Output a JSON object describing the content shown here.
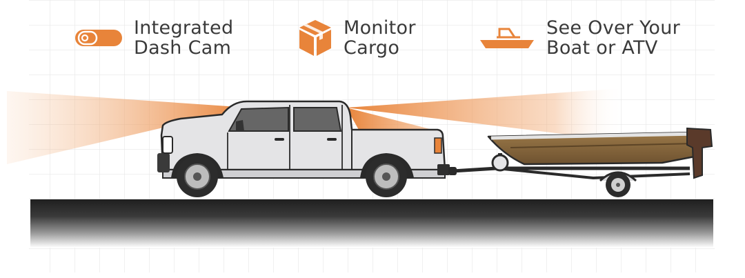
{
  "features": [
    {
      "icon": "dash-cam-icon",
      "line1": "Integrated",
      "line2": "Dash Cam"
    },
    {
      "icon": "cargo-box-icon",
      "line1": "Monitor",
      "line2": "Cargo"
    },
    {
      "icon": "boat-icon",
      "line1": "See Over Your",
      "line2": "Boat or ATV"
    }
  ],
  "colors": {
    "accent": "#e8843a",
    "text": "#3a3a3a",
    "grid": "#e6e6e6",
    "truck_body": "#e4e4e6",
    "road": "#2b2b2b",
    "boat_hull": "#8a6a3e"
  }
}
